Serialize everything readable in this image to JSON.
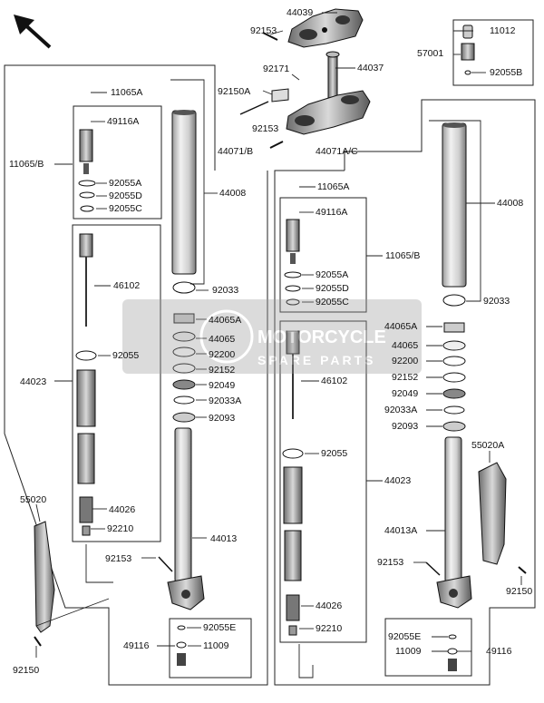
{
  "watermark": {
    "line1": "MOTORCYCLE",
    "line2": "SPARE PARTS"
  },
  "labels": {
    "p44039": "44039",
    "p92153_top": "92153",
    "p92171": "92171",
    "p44037": "44037",
    "p92150A": "92150A",
    "p92153_mid": "92153",
    "p57001": "57001",
    "p11012": "11012",
    "p92055B": "92055B",
    "p11065A_l": "11065A",
    "p49116A_l": "49116A",
    "p11065B_l": "11065/B",
    "p92055A_l": "92055A",
    "p92055D_l": "92055D",
    "p92055C_l": "92055C",
    "p44071B": "44071/B",
    "p44008_l": "44008",
    "p46102_l": "46102",
    "p92033_l": "92033",
    "p44065A_l": "44065A",
    "p44065_l": "44065",
    "p92200_l": "92200",
    "p92152_l": "92152",
    "p92049_l": "92049",
    "p92033A_l": "92033A",
    "p92093_l": "92093",
    "p92055_l": "92055",
    "p44023_l": "44023",
    "p44026_l": "44026",
    "p92210_l": "92210",
    "p55020": "55020",
    "p44013": "44013",
    "p92153_l": "92153",
    "p92055E_l": "92055E",
    "p49116_l": "49116",
    "p11009_l": "11009",
    "p92150_l": "92150",
    "p44071AC": "44071A/C",
    "p11065A_r": "11065A",
    "p49116A_r": "49116A",
    "p11065B_r": "11065/B",
    "p92055A_r": "92055A",
    "p92055D_r": "92055D",
    "p92055C_r": "92055C",
    "p44008_r": "44008",
    "p92033_r": "92033",
    "p44065A_r": "44065A",
    "p44065_r": "44065",
    "p92200_r": "92200",
    "p92152_r": "92152",
    "p92049_r": "92049",
    "p92033A_r": "92033A",
    "p92093_r": "92093",
    "p46102_r": "46102",
    "p92055_r": "92055",
    "p44023_r": "44023",
    "p55020A": "55020A",
    "p44013A": "44013A",
    "p92153_r": "92153",
    "p92150_r": "92150",
    "p44026_r": "44026",
    "p92210_r": "92210",
    "p92055E_r": "92055E",
    "p11009_r": "11009",
    "p49116_r": "49116"
  }
}
